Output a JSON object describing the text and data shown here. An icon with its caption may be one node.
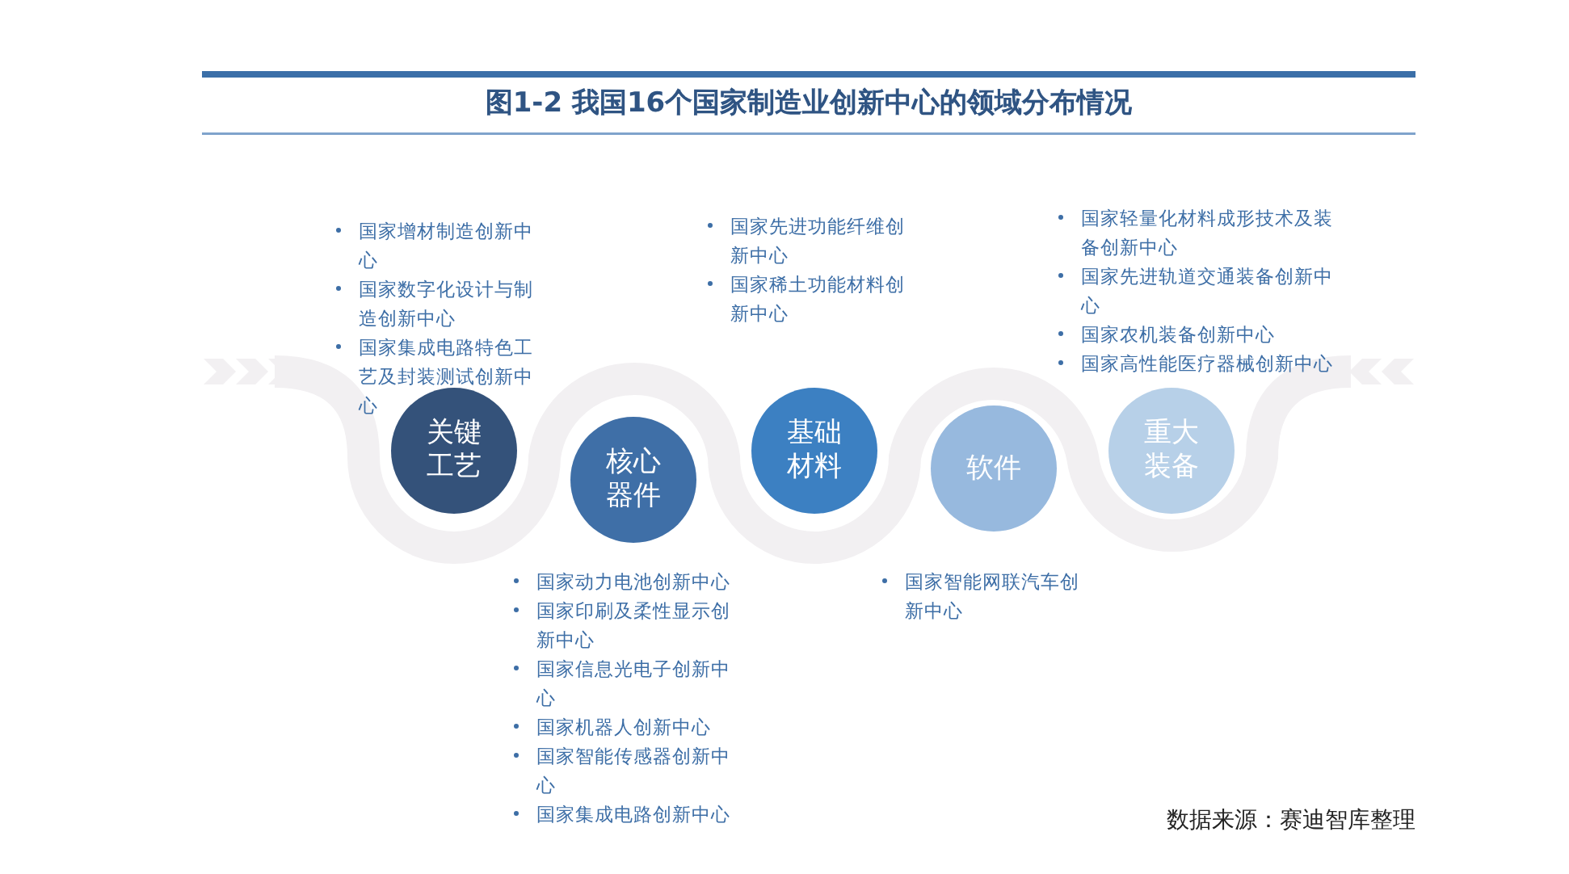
{
  "diagram": {
    "title": "图1-2  我国16个国家制造业创新中心的领域分布情况",
    "nodes": [
      {
        "text": [
          "关键工艺"
        ],
        "beside": [
          "国家增材制造创新中心",
          "国家数字化设计与制造创新中心",
          "国家集成电路特色工艺及封装测试创新中心"
        ]
      },
      {
        "text": [
          "核心器件"
        ],
        "beside": [
          "国家动力电池创新中心",
          "国家印刷及柔性显示创新中心",
          "国家信息光电子创新中心",
          "国家机器人创新中心",
          "国家智能传感器创新中心",
          "国家集成电路创新中心"
        ]
      },
      {
        "text": [
          "基础材料"
        ],
        "beside": [
          "国家先进功能纤维创新中心",
          "国家稀土功能材料创新中心"
        ]
      },
      {
        "text": [
          "软件"
        ],
        "beside": [
          "国家智能网联汽车创新中心"
        ]
      },
      {
        "text": [
          "重大装备"
        ],
        "beside": [
          "国家轻量化材料成形技术及装备创新中心",
          "国家先进轨道交通装备创新中心",
          "国家农机装备创新中心",
          "国家高性能医疗器械创新中心"
        ]
      }
    ],
    "edges": [],
    "caption": "数据来源：赛迪智库整理"
  }
}
